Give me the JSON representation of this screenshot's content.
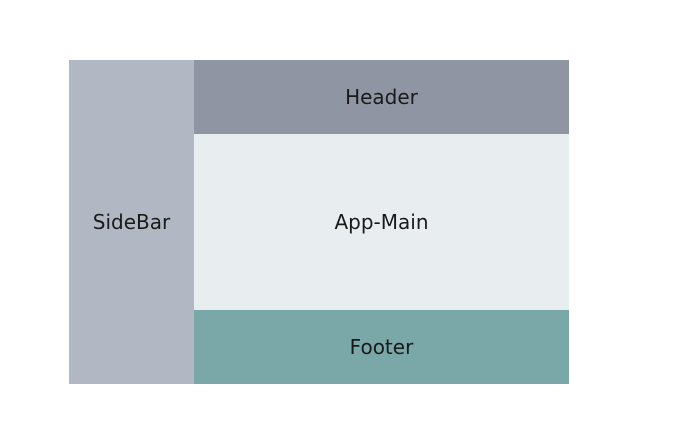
{
  "sidebar": {
    "label": "SideBar",
    "color": "#b2b8c3"
  },
  "header": {
    "label": "Header",
    "color": "#8f95a3"
  },
  "main": {
    "label": "App-Main",
    "color": "#e8edf0"
  },
  "footer": {
    "label": "Footer",
    "color": "#7aa8a8"
  }
}
